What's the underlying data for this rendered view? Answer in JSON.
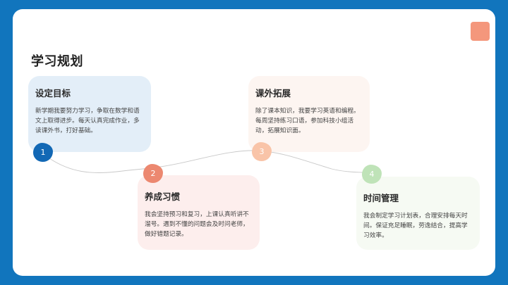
{
  "page": {
    "title": "学习规划",
    "colors": {
      "frame": "#1175bd",
      "accent_square": "#f4977c"
    }
  },
  "steps": [
    {
      "number": "1",
      "title": "设定目标",
      "body": "新学期我要努力学习，争取在数学和语文上取得进步。每天认真完成作业，多读课外书，打好基础。",
      "badge_color": "#1268b5",
      "card_color": "#e3eef8"
    },
    {
      "number": "2",
      "title": "养成习惯",
      "body": "我会坚持预习和复习，上课认真听讲不溜号。遇到不懂的问题会及时问老师，做好错题记录。",
      "badge_color": "#ec8870",
      "card_color": "#fdeeed"
    },
    {
      "number": "3",
      "title": "课外拓展",
      "body": "除了课本知识，我要学习英语和编程。每周坚持练习口语，参加科技小组活动，拓展知识面。",
      "badge_color": "#f9c4a8",
      "card_color": "#fdf5f1"
    },
    {
      "number": "4",
      "title": "时间管理",
      "body": "我会制定学习计划表，合理安排每天时间。保证充足睡眠，劳逸结合，提高学习效率。",
      "badge_color": "#bfe3b8",
      "card_color": "#f6faf3"
    }
  ]
}
